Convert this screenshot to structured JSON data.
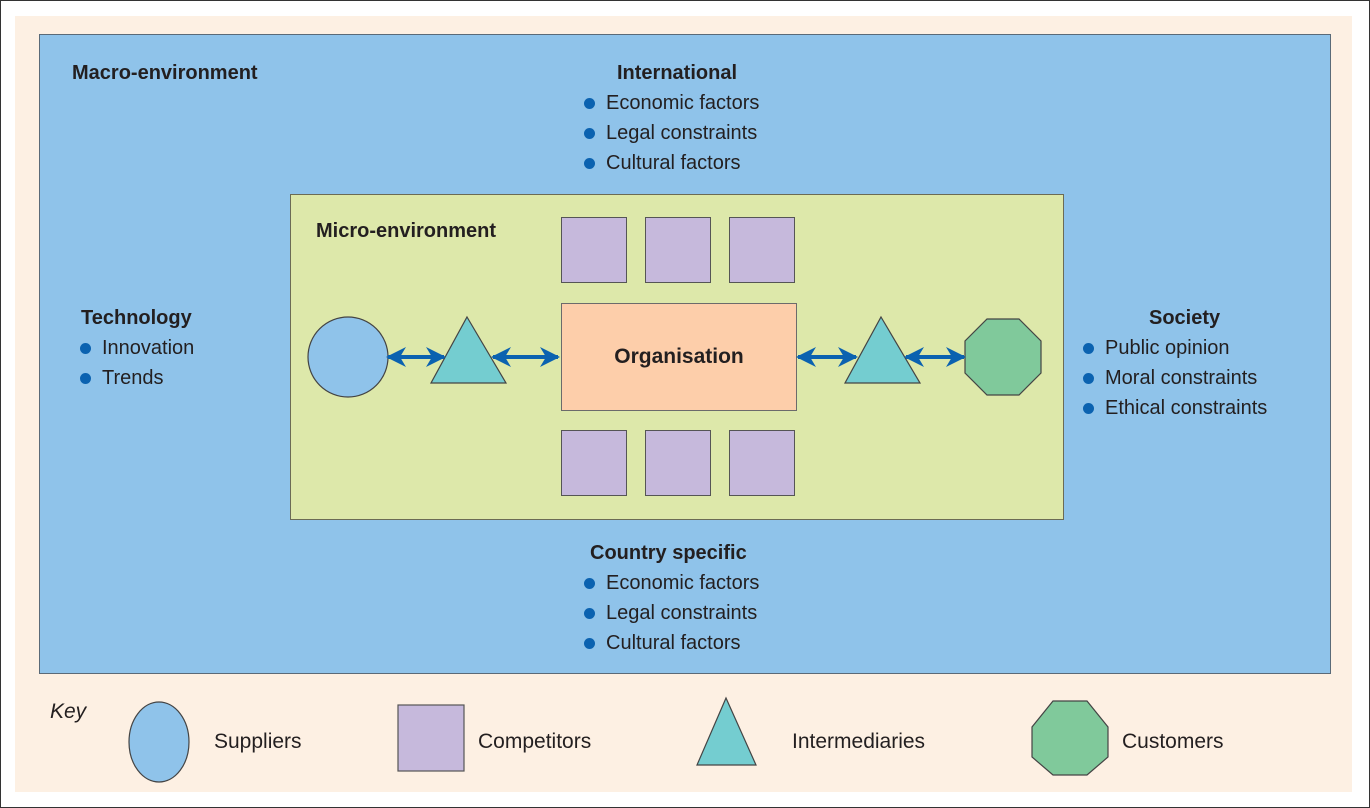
{
  "macro": {
    "title": "Macro-environment",
    "international": {
      "title": "International",
      "items": [
        "Economic factors",
        "Legal constraints",
        "Cultural factors"
      ]
    },
    "technology": {
      "title": "Technology",
      "items": [
        "Innovation",
        "Trends"
      ]
    },
    "society": {
      "title": "Society",
      "items": [
        "Public opinion",
        "Moral constraints",
        "Ethical constraints"
      ]
    },
    "country_specific": {
      "title": "Country specific",
      "items": [
        "Economic factors",
        "Legal constraints",
        "Cultural factors"
      ]
    }
  },
  "micro": {
    "title": "Micro-environment",
    "organisation": "Organisation",
    "competitor_count_top": 3,
    "competitor_count_bottom": 3
  },
  "key": {
    "title": "Key",
    "items": [
      {
        "shape": "circle",
        "label": "Suppliers",
        "color": "#8fc3ea"
      },
      {
        "shape": "square",
        "label": "Competitors",
        "color": "#c6b9dc"
      },
      {
        "shape": "triangle",
        "label": "Intermediaries",
        "color": "#74cdd0"
      },
      {
        "shape": "octagon",
        "label": "Customers",
        "color": "#80c99b"
      }
    ]
  },
  "colors": {
    "macro_bg": "#8fc3ea",
    "micro_bg": "#dde8aa",
    "organisation_bg": "#fdceaa",
    "arrow": "#0b62b0",
    "bullet": "#0b62b0",
    "panel_bg": "#fdf0e3"
  }
}
